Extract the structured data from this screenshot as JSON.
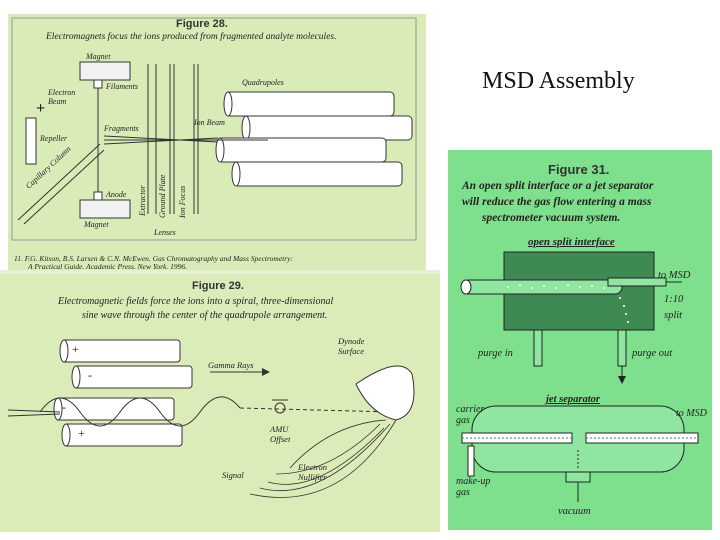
{
  "slide": {
    "title": "MSD Assembly"
  },
  "fig28": {
    "label": "Figure 28.",
    "caption": "Electromagnets focus the ions produced from fragmented analyte molecules.",
    "labels": {
      "magnet_top": "Magnet",
      "filaments": "Filaments",
      "electron_beam": "Electron Beam",
      "plus": "+",
      "repeller": "Repeller",
      "capillary": "Capillary Column",
      "fragments": "Fragments",
      "ion_beam": "Ion Beam",
      "anode": "Anode",
      "magnet_bottom": "Magnet",
      "extractor": "Extractor",
      "ground_plate": "Ground Plate",
      "ion_focus": "Ion Focus",
      "lenses": "Lenses",
      "quadrupoles": "Quadrupoles"
    },
    "reference": "11. F.G. Kitson, B.S. Larsen & C.N. McEwen. Gas Chromatography and Mass Spectrometry:",
    "reference2": "A Practical Guide. Academic Press. New York. 1996."
  },
  "fig29": {
    "label": "Figure 29.",
    "caption_line1": "Electromagnetic fields force the ions into a spiral, three-dimensional",
    "caption_line2": "sine wave through the center of the quadrupole arrangement.",
    "labels": {
      "plus1": "+",
      "minus1": "-",
      "minus2": "-",
      "plus2": "+",
      "gamma_rays": "Gamma Rays",
      "dynode": "Dynode Surface",
      "amu": "AMU Offset",
      "signal": "Signal",
      "electron_nullifier": "Electron Nullifier"
    }
  },
  "fig31": {
    "label": "Figure 31.",
    "caption_line1": "An open split interface or a jet separator",
    "caption_line2": "will reduce the gas flow entering a mass",
    "caption_line3": "spectrometer vacuum system.",
    "labels": {
      "open_split": "open split interface",
      "to_msd": "to MSD",
      "split_ratio": "1:10",
      "split": "split",
      "purge_in": "purge in",
      "purge_out": "purge out",
      "jet_separator": "jet separator",
      "carrier_gas": "carrier gas",
      "to_msd2": "to MSD",
      "makeup_gas": "make-up gas",
      "vacuum": "vacuum"
    }
  },
  "colors": {
    "fig28_bg": "#d9ecb8",
    "fig29_bg": "#dcecb9",
    "fig31_bg": "#7ee08c",
    "box_dark": "#3e8a52"
  }
}
